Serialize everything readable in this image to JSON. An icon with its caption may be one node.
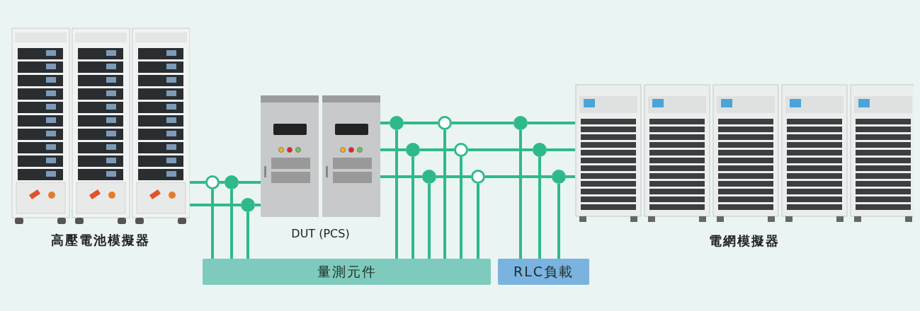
{
  "diagram": {
    "nodes": [
      {
        "text": [
          "高壓電池模擬器"
        ]
      },
      {
        "text": [
          "DUT (PCS)"
        ]
      },
      {
        "text": [
          "電網模擬器"
        ]
      },
      {
        "text": [
          "量測元件"
        ]
      },
      {
        "text": [
          "RLC負載"
        ]
      },
      {
        "text": [],
        "shape": "ring"
      },
      {
        "text": [],
        "shape": "circle"
      },
      {
        "text": [],
        "shape": "circle"
      },
      {
        "text": [],
        "shape": "circle"
      },
      {
        "text": [],
        "shape": "ring"
      },
      {
        "text": [],
        "shape": "circle"
      },
      {
        "text": [],
        "shape": "circle"
      },
      {
        "text": [],
        "shape": "ring"
      },
      {
        "text": [],
        "shape": "circle"
      },
      {
        "text": [],
        "shape": "circle"
      },
      {
        "text": [],
        "shape": "ring"
      },
      {
        "text": [],
        "shape": "circle"
      }
    ],
    "edges": [
      {
        "from": 0,
        "to": 5,
        "arrow": "none"
      },
      {
        "from": 5,
        "to": 6,
        "arrow": "none"
      },
      {
        "from": 6,
        "to": 1,
        "arrow": "none"
      },
      {
        "from": 0,
        "to": 7,
        "arrow": "none"
      },
      {
        "from": 7,
        "to": 1,
        "arrow": "none"
      },
      {
        "from": 1,
        "to": 8,
        "arrow": "none"
      },
      {
        "from": 8,
        "to": 9,
        "arrow": "none"
      },
      {
        "from": 9,
        "to": 10,
        "arrow": "none"
      },
      {
        "from": 10,
        "to": 2,
        "arrow": "none"
      },
      {
        "from": 1,
        "to": 11,
        "arrow": "none"
      },
      {
        "from": 11,
        "to": 12,
        "arrow": "none"
      },
      {
        "from": 12,
        "to": 13,
        "arrow": "none"
      },
      {
        "from": 13,
        "to": 2,
        "arrow": "none"
      },
      {
        "from": 1,
        "to": 14,
        "arrow": "none"
      },
      {
        "from": 14,
        "to": 15,
        "arrow": "none"
      },
      {
        "from": 15,
        "to": 16,
        "arrow": "none"
      },
      {
        "from": 16,
        "to": 2,
        "arrow": "none"
      },
      {
        "from": 5,
        "to": 3,
        "arrow": "none"
      },
      {
        "from": 6,
        "to": 3,
        "arrow": "none"
      },
      {
        "from": 7,
        "to": 3,
        "arrow": "none"
      },
      {
        "from": 8,
        "to": 3,
        "arrow": "none"
      },
      {
        "from": 9,
        "to": 3,
        "arrow": "none"
      },
      {
        "from": 10,
        "to": 4,
        "arrow": "none"
      },
      {
        "from": 11,
        "to": 3,
        "arrow": "none"
      },
      {
        "from": 12,
        "to": 3,
        "arrow": "none"
      },
      {
        "from": 13,
        "to": 4,
        "arrow": "none"
      },
      {
        "from": 14,
        "to": 3,
        "arrow": "none"
      },
      {
        "from": 15,
        "to": 3,
        "arrow": "none"
      },
      {
        "from": 16,
        "to": 4,
        "arrow": "none"
      }
    ]
  }
}
